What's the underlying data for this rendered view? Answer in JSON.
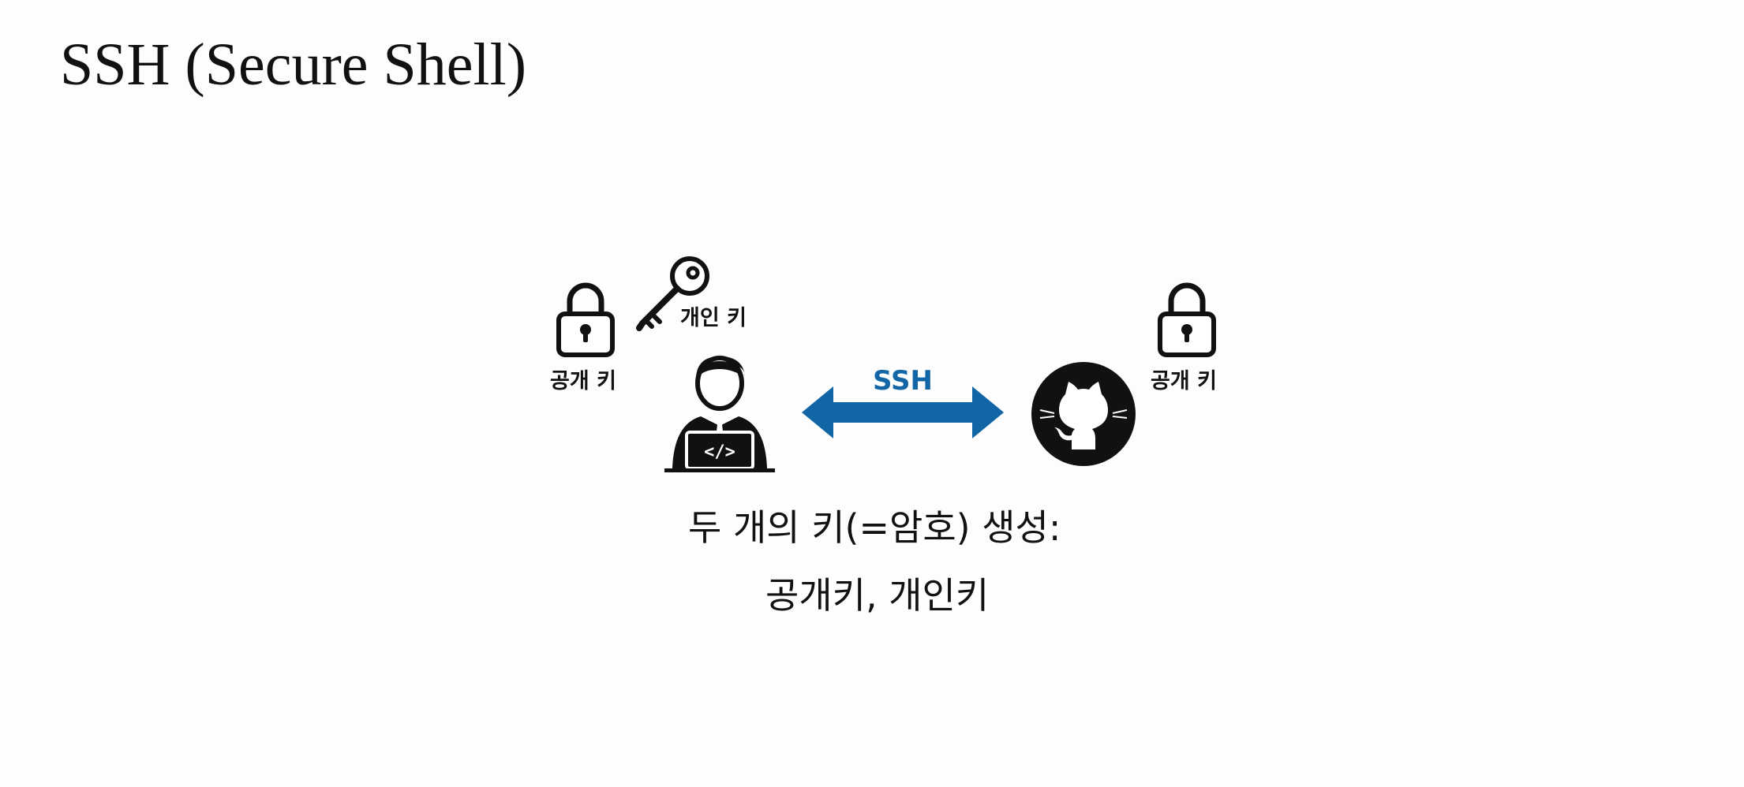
{
  "slide": {
    "title": "SSH (Secure Shell)"
  },
  "diagram": {
    "left_public_key_label": "공개 키",
    "private_key_label": "개인 키",
    "connection_label": "SSH",
    "right_public_key_label": "공개 키",
    "icons": {
      "left_lock": "lock-icon",
      "private_key": "key-icon",
      "user": "developer-with-laptop-icon",
      "laptop_symbol": "</>",
      "server": "github-octocat-icon",
      "right_lock": "lock-icon",
      "arrow": "double-arrow-icon"
    },
    "colors": {
      "arrow": "#1366a6",
      "icon": "#111111"
    }
  },
  "caption": {
    "line1": "두 개의 키(=암호) 생성:",
    "line2": "공개키, 개인키"
  }
}
